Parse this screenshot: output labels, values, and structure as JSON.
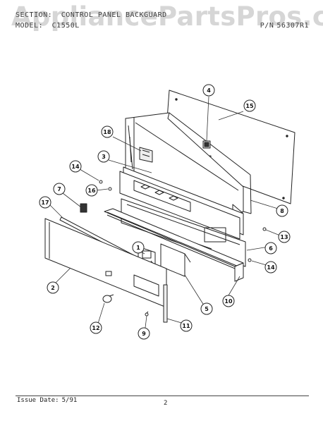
{
  "header": {
    "section_label": "SECTION:",
    "section_value": "CONTROL PANEL BACKGUARD",
    "model_label": "MODEL:",
    "model_value": "C1550L",
    "pn_label": "P/N",
    "pn_value": "56307R1"
  },
  "watermark": "AppliancePartsPros.com",
  "parts": [
    "1",
    "2",
    "3",
    "4",
    "5",
    "6",
    "7",
    "8",
    "9",
    "10",
    "11",
    "12",
    "13",
    "14",
    "14",
    "15",
    "16",
    "17",
    "18"
  ],
  "footer": {
    "issue_label": "Issue Date:",
    "issue_value": "5/91",
    "page_number": "2"
  }
}
